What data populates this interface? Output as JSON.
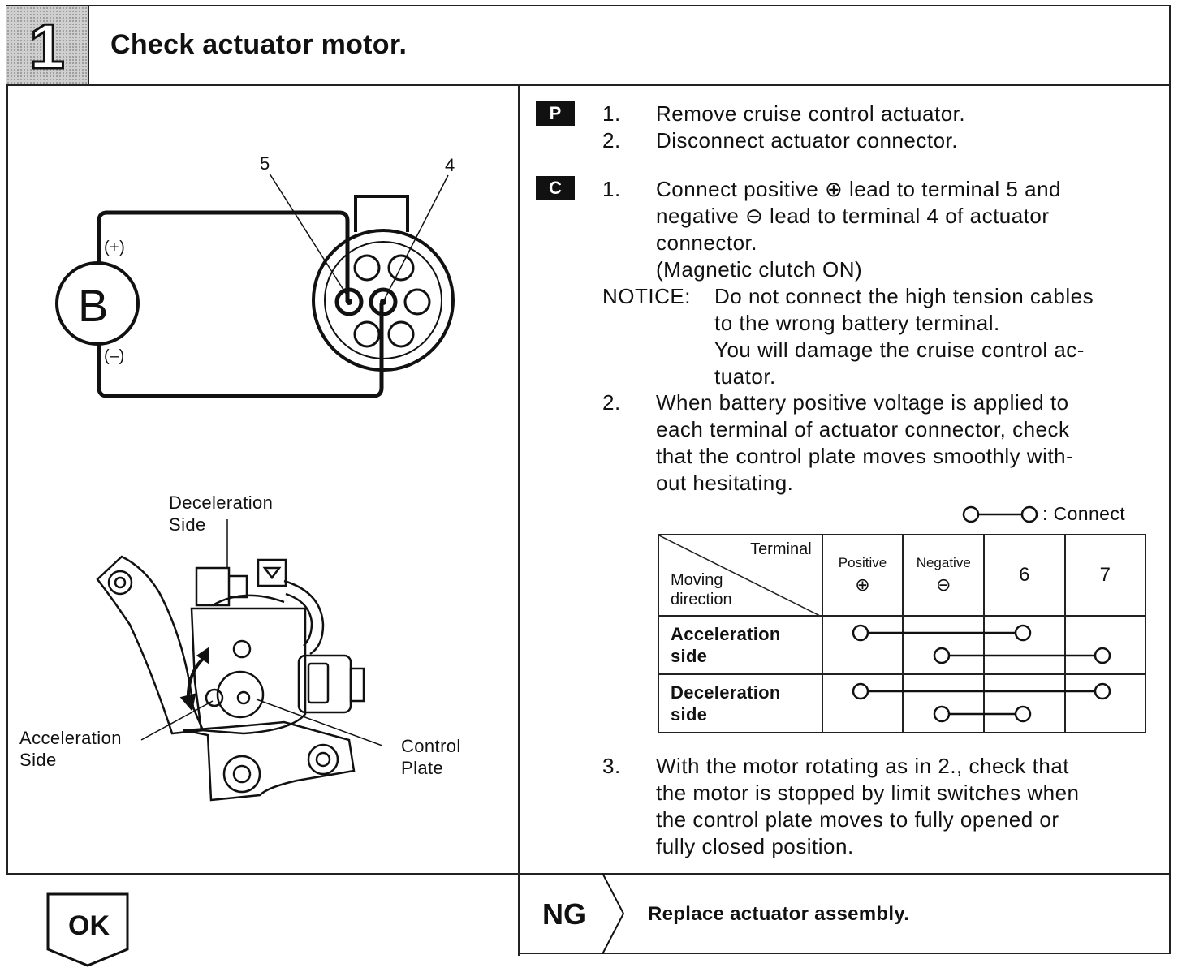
{
  "header": {
    "step_number": "1",
    "title": "Check actuator motor."
  },
  "diagram": {
    "terminal_5": "5",
    "terminal_4": "4",
    "battery_symbol": "B",
    "battery_pos": "(+)",
    "battery_neg": "(–)",
    "deceleration_side": [
      "Deceleration",
      "Side"
    ],
    "acceleration_side": [
      "Acceleration",
      "Side"
    ],
    "control_plate": [
      "Control",
      "Plate"
    ]
  },
  "prep": {
    "badge": "P",
    "steps": [
      {
        "num": "1.",
        "text": "Remove cruise control actuator."
      },
      {
        "num": "2.",
        "text": "Disconnect actuator connector."
      }
    ]
  },
  "check": {
    "badge": "C",
    "step1": {
      "num": "1.",
      "lines": [
        "Connect positive ⊕ lead to terminal 5 and",
        "negative ⊖ lead to terminal 4 of actuator",
        "connector.",
        "(Magnetic clutch ON)"
      ]
    },
    "notice": {
      "label": "NOTICE:",
      "lines": [
        "Do not connect the high tension cables",
        "to the wrong battery terminal.",
        "You will damage the cruise control ac-",
        "tuator."
      ]
    },
    "step2": {
      "num": "2.",
      "lines": [
        "When battery positive voltage is applied to",
        "each terminal of actuator connector, check",
        "that the control plate moves smoothly with-",
        "out hesitating."
      ]
    },
    "legend": ": Connect",
    "table": {
      "corner_top": "Terminal",
      "corner_bottom": [
        "Moving",
        "direction"
      ],
      "columns": [
        {
          "label": "Positive",
          "sym": "⊕"
        },
        {
          "label": "Negative",
          "sym": "⊖"
        },
        {
          "label": "6",
          "sym": ""
        },
        {
          "label": "7",
          "sym": ""
        }
      ],
      "rows": [
        {
          "label": [
            "Acceleration",
            "side"
          ],
          "connections": [
            [
              1,
              3
            ],
            [
              2,
              4
            ]
          ]
        },
        {
          "label": [
            "Deceleration",
            "side"
          ],
          "connections": [
            [
              1,
              4
            ],
            [
              2,
              3
            ]
          ]
        }
      ]
    },
    "step3": {
      "num": "3.",
      "lines": [
        "With the motor rotating as in 2., check that",
        "the motor is stopped by limit switches when",
        "the control plate moves to fully opened or",
        "fully closed position."
      ]
    }
  },
  "result": {
    "ok": "OK",
    "ng": "NG",
    "ng_action": "Replace actuator assembly."
  }
}
